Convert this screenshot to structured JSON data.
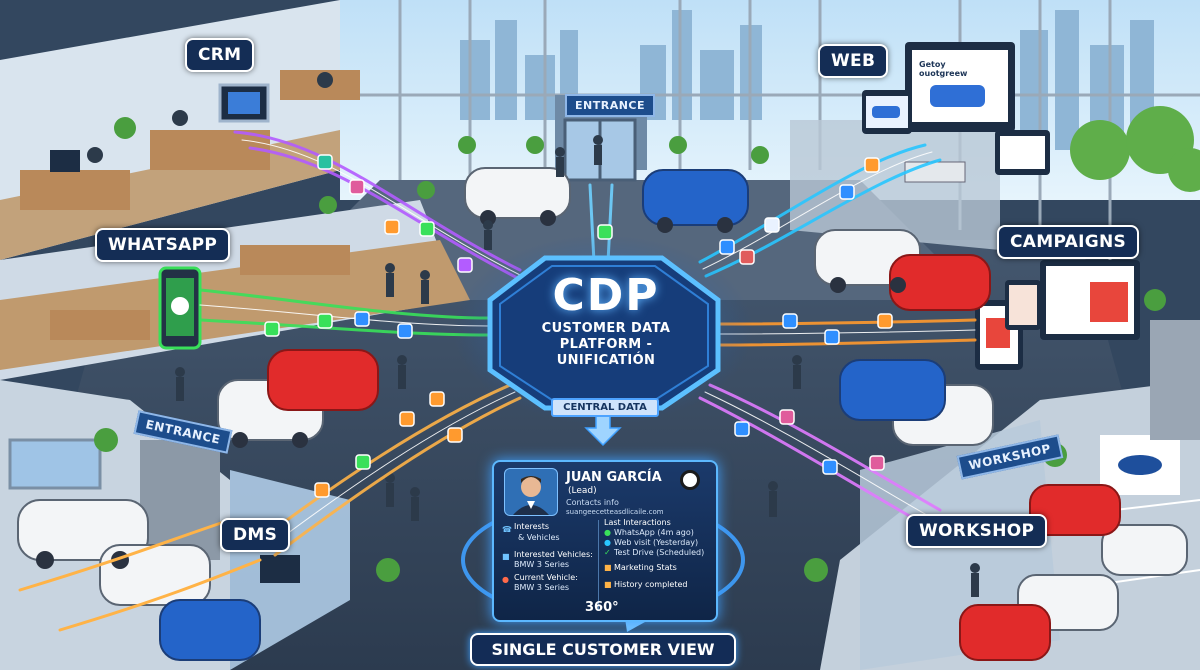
{
  "hub": {
    "title": "CDP",
    "subtitle_line1": "CUSTOMER DATA",
    "subtitle_line2": "PLATFORM -",
    "subtitle_line3": "UNIFICATIÓN",
    "caption": "CENTRAL DATA"
  },
  "sources": {
    "crm": "CRM",
    "web": "WEB",
    "whatsapp": "WHATSAPP",
    "campaigns": "CAMPAIGNS",
    "dms": "DMS",
    "workshop": "WORKSHOP"
  },
  "signs": {
    "entrance_top": "ENTRANCE",
    "entrance_left": "ENTRANCE",
    "workshop_wall": "WORKSHOP"
  },
  "web_screen": {
    "line1": "Getoy",
    "line2": "ouotgreew"
  },
  "profile_card": {
    "name": "JUAN GARCÍA",
    "stage": "(Lead)",
    "contacts_label": "Contacts info",
    "email": "suangeecetteasdlicaile.com",
    "interests_title": "Interests",
    "interests_sub": "& Vehicles",
    "interested_label": "Interested Vehicles:",
    "interested_value": "BMW 3 Series",
    "current_label": "Current Vehicle:",
    "current_value": "BMW 3 Series",
    "last_title": "Last Interactions",
    "interaction1": "WhatsApp (4m ago)",
    "interaction2": "Web visit (Yesterday)",
    "interaction3": "Test Drive (Scheduled)",
    "marketing": "Marketing Stats",
    "history": "History completed"
  },
  "view_degrees": "360°",
  "footer_label": "SINGLE CUSTOMER VIEW",
  "colors": {
    "crm_flow": "#b35cff",
    "web_flow": "#29c6ff",
    "whatsapp_flow": "#39e05a",
    "campaigns_flow": "#ff9a2e",
    "dms_flow": "#ffb347",
    "workshop_flow": "#e07bff",
    "hub_glow": "#3fa0ff"
  }
}
